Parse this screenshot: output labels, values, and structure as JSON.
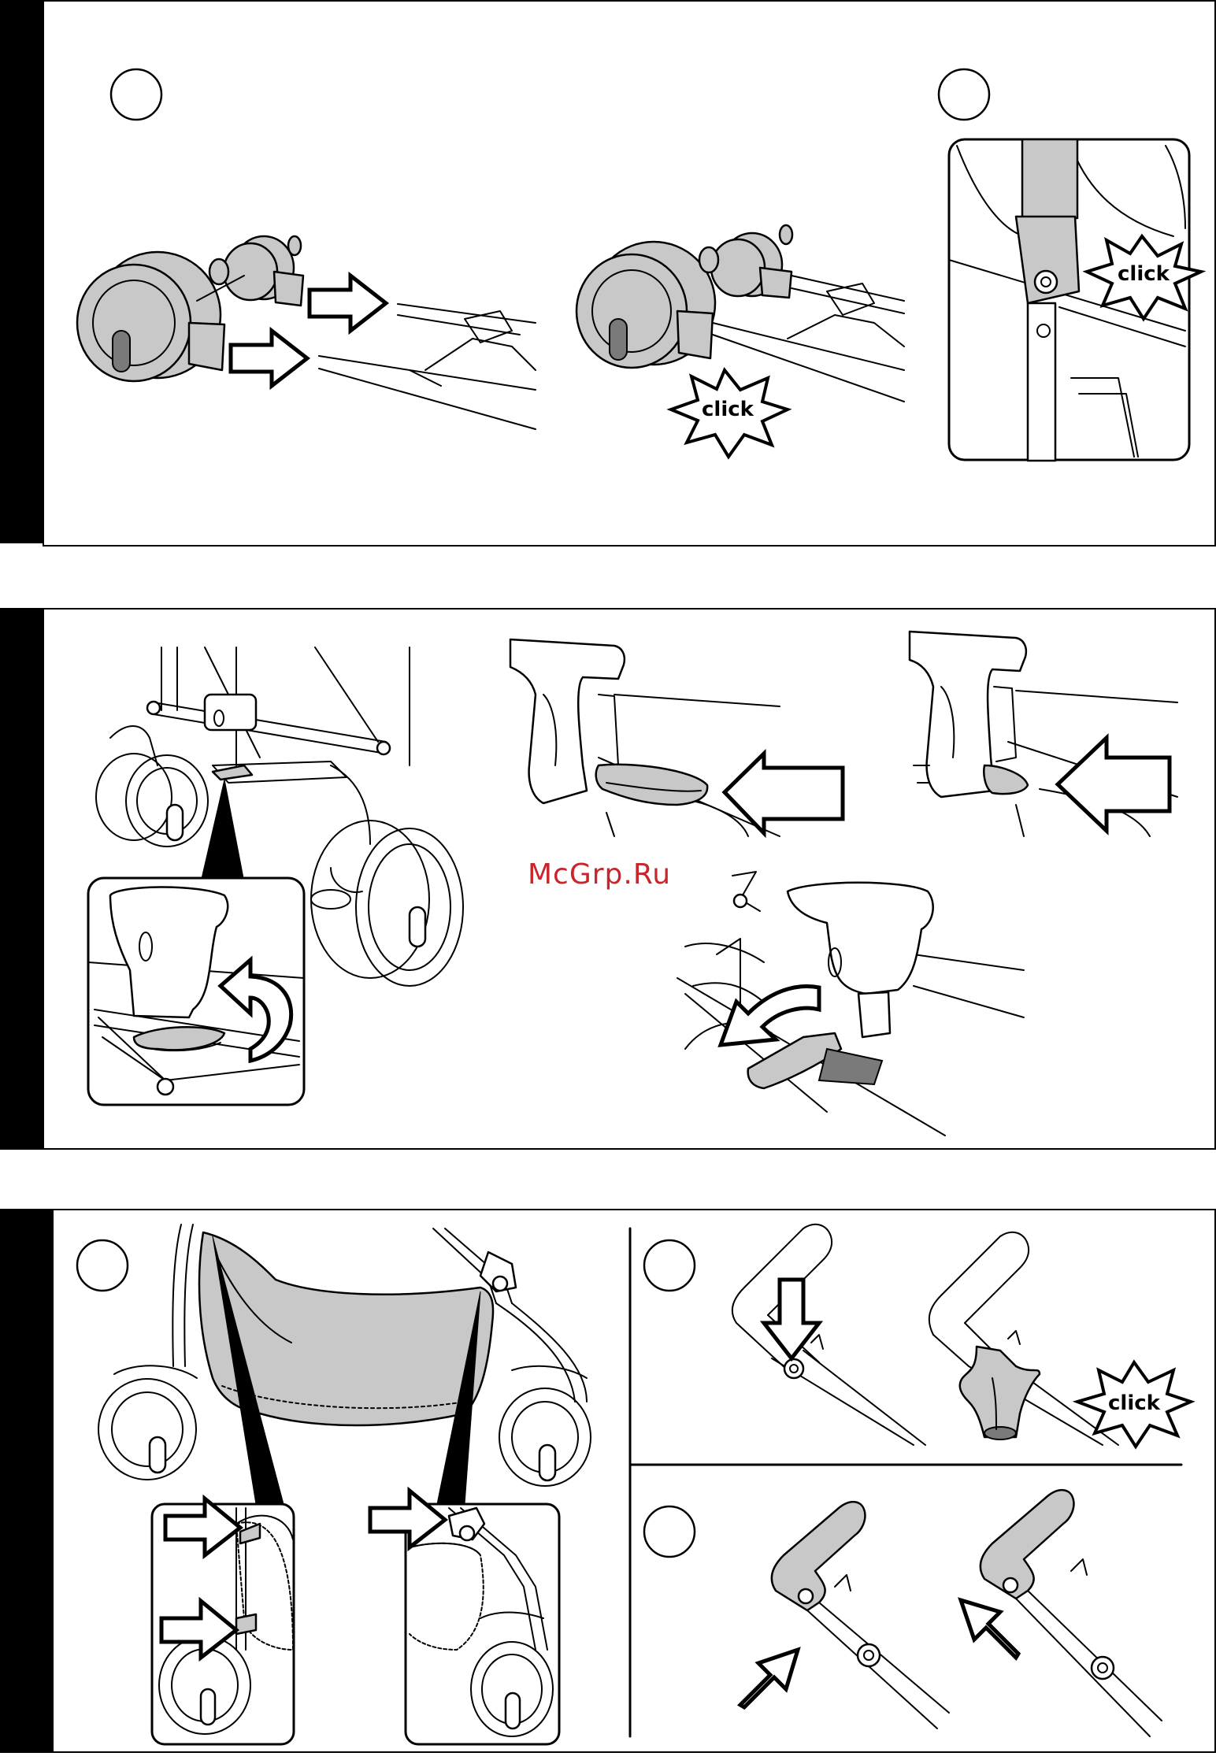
{
  "document": {
    "watermark": "McGrp.Ru",
    "click_labels": [
      "click",
      "click",
      "click"
    ]
  },
  "colors": {
    "ink": "#000000",
    "part_fill": "#c8c8c8",
    "dark_fill": "#7a7a7a",
    "watermark": "#c8252c"
  },
  "icons": [
    "step-circle-icon",
    "push-arrow-icon",
    "click-burst-icon",
    "rotate-arrow-icon"
  ]
}
